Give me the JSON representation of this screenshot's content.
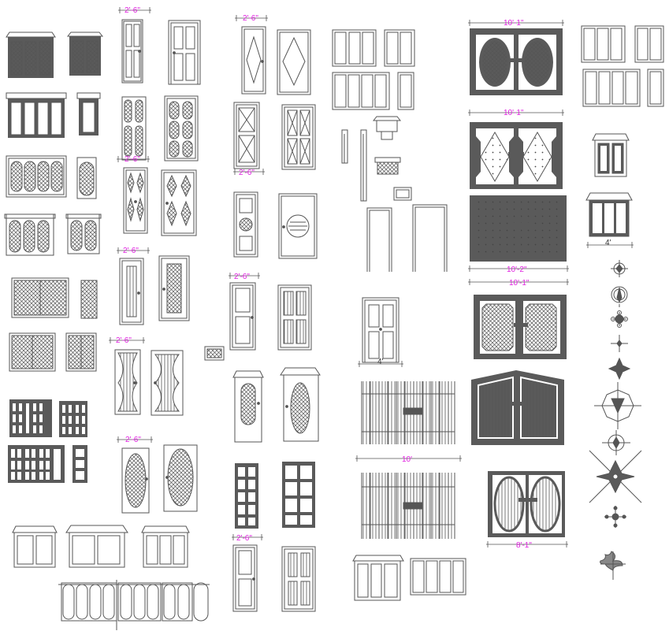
{
  "colors": {
    "line": "#555555",
    "dark": "#5a5a5a",
    "dimension_text": "#e020e0",
    "dimension_text_black": "#333333",
    "background": "#ffffff"
  },
  "dimensions": {
    "d_2_6_a": "2'-6\"",
    "d_2_6_b": "2'-6\"",
    "d_2_6_c": "2'-6\"",
    "d_2_6_d": "2'-6\"",
    "d_2_6_e": "2'-6\"",
    "d_2_6_f": "2'-6\"",
    "d_2_6_g": "2'-6\"",
    "d_2_6_h": "2'-6\"",
    "d_2_6_i": "2'-6\"",
    "d_10_1_a": "10'-1\"",
    "d_10_1_b": "10'-1\"",
    "d_10_1_c": "10'-1\"",
    "d_10_2": "10'-2\"",
    "d_8_1": "8'-1\"",
    "d_4_a": "4'",
    "d_4_b": "4'",
    "d_10": "10'"
  }
}
